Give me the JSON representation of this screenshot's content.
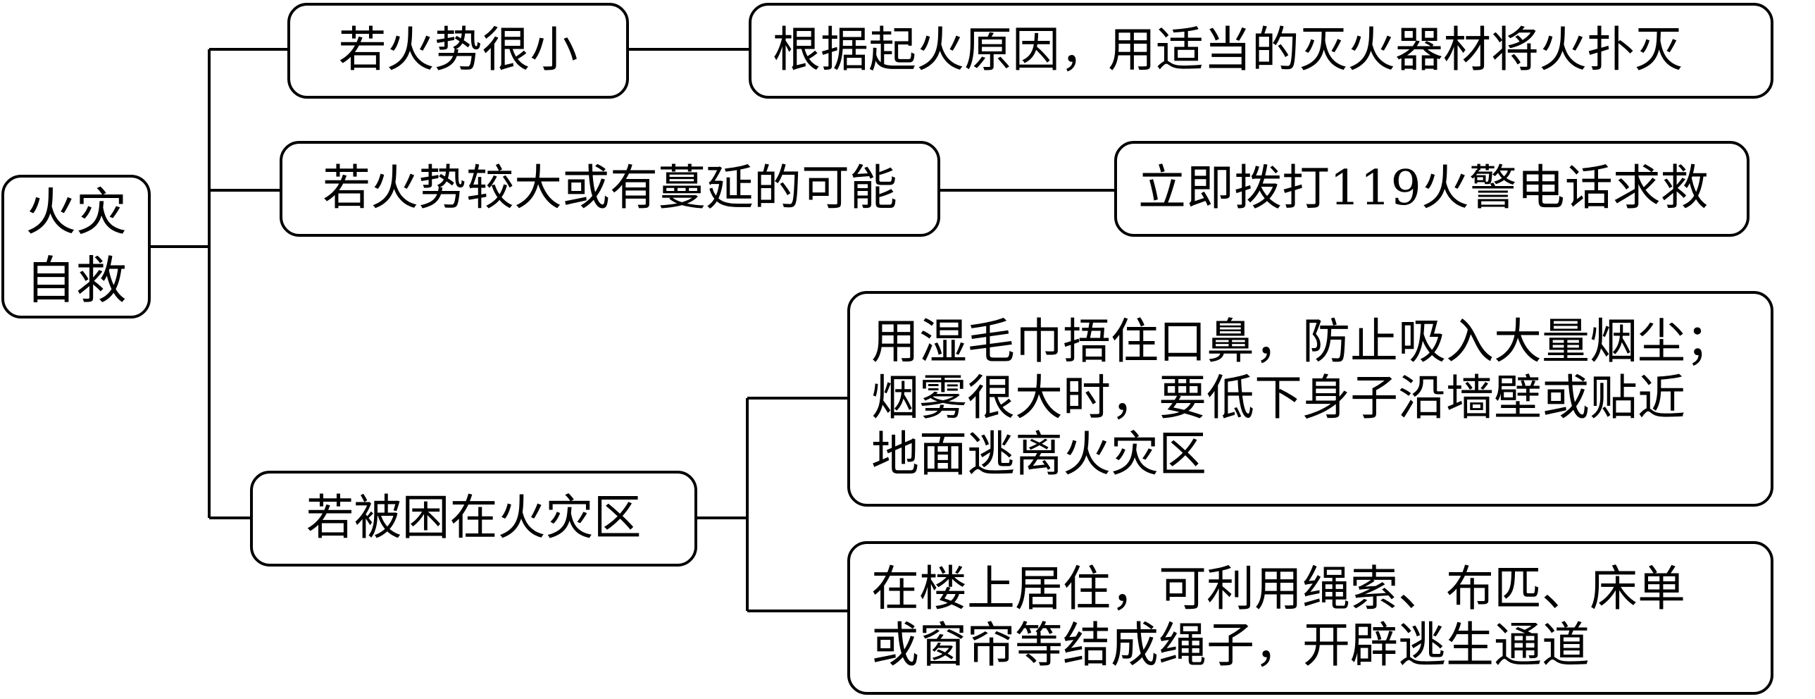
{
  "diagram": {
    "root": {
      "lines": [
        "火灾",
        "自救"
      ]
    },
    "branches": [
      {
        "label": "若火势很小",
        "results": [
          {
            "lines": [
              "根据起火原因，用适当的灭火器材将火扑灭"
            ]
          }
        ]
      },
      {
        "label": "若火势较大或有蔓延的可能",
        "results": [
          {
            "lines": [
              "立即拨打119火警电话求救"
            ]
          }
        ]
      },
      {
        "label": "若被困在火灾区",
        "results": [
          {
            "lines": [
              "用湿毛巾捂住口鼻，防止吸入大量烟尘；",
              "烟雾很大时，要低下身子沿墙壁或贴近",
              "地面逃离火灾区"
            ]
          },
          {
            "lines": [
              "在楼上居住，可利用绳索、布匹、床单",
              "或窗帘等结成绳子，开辟逃生通道"
            ]
          }
        ]
      }
    ]
  }
}
